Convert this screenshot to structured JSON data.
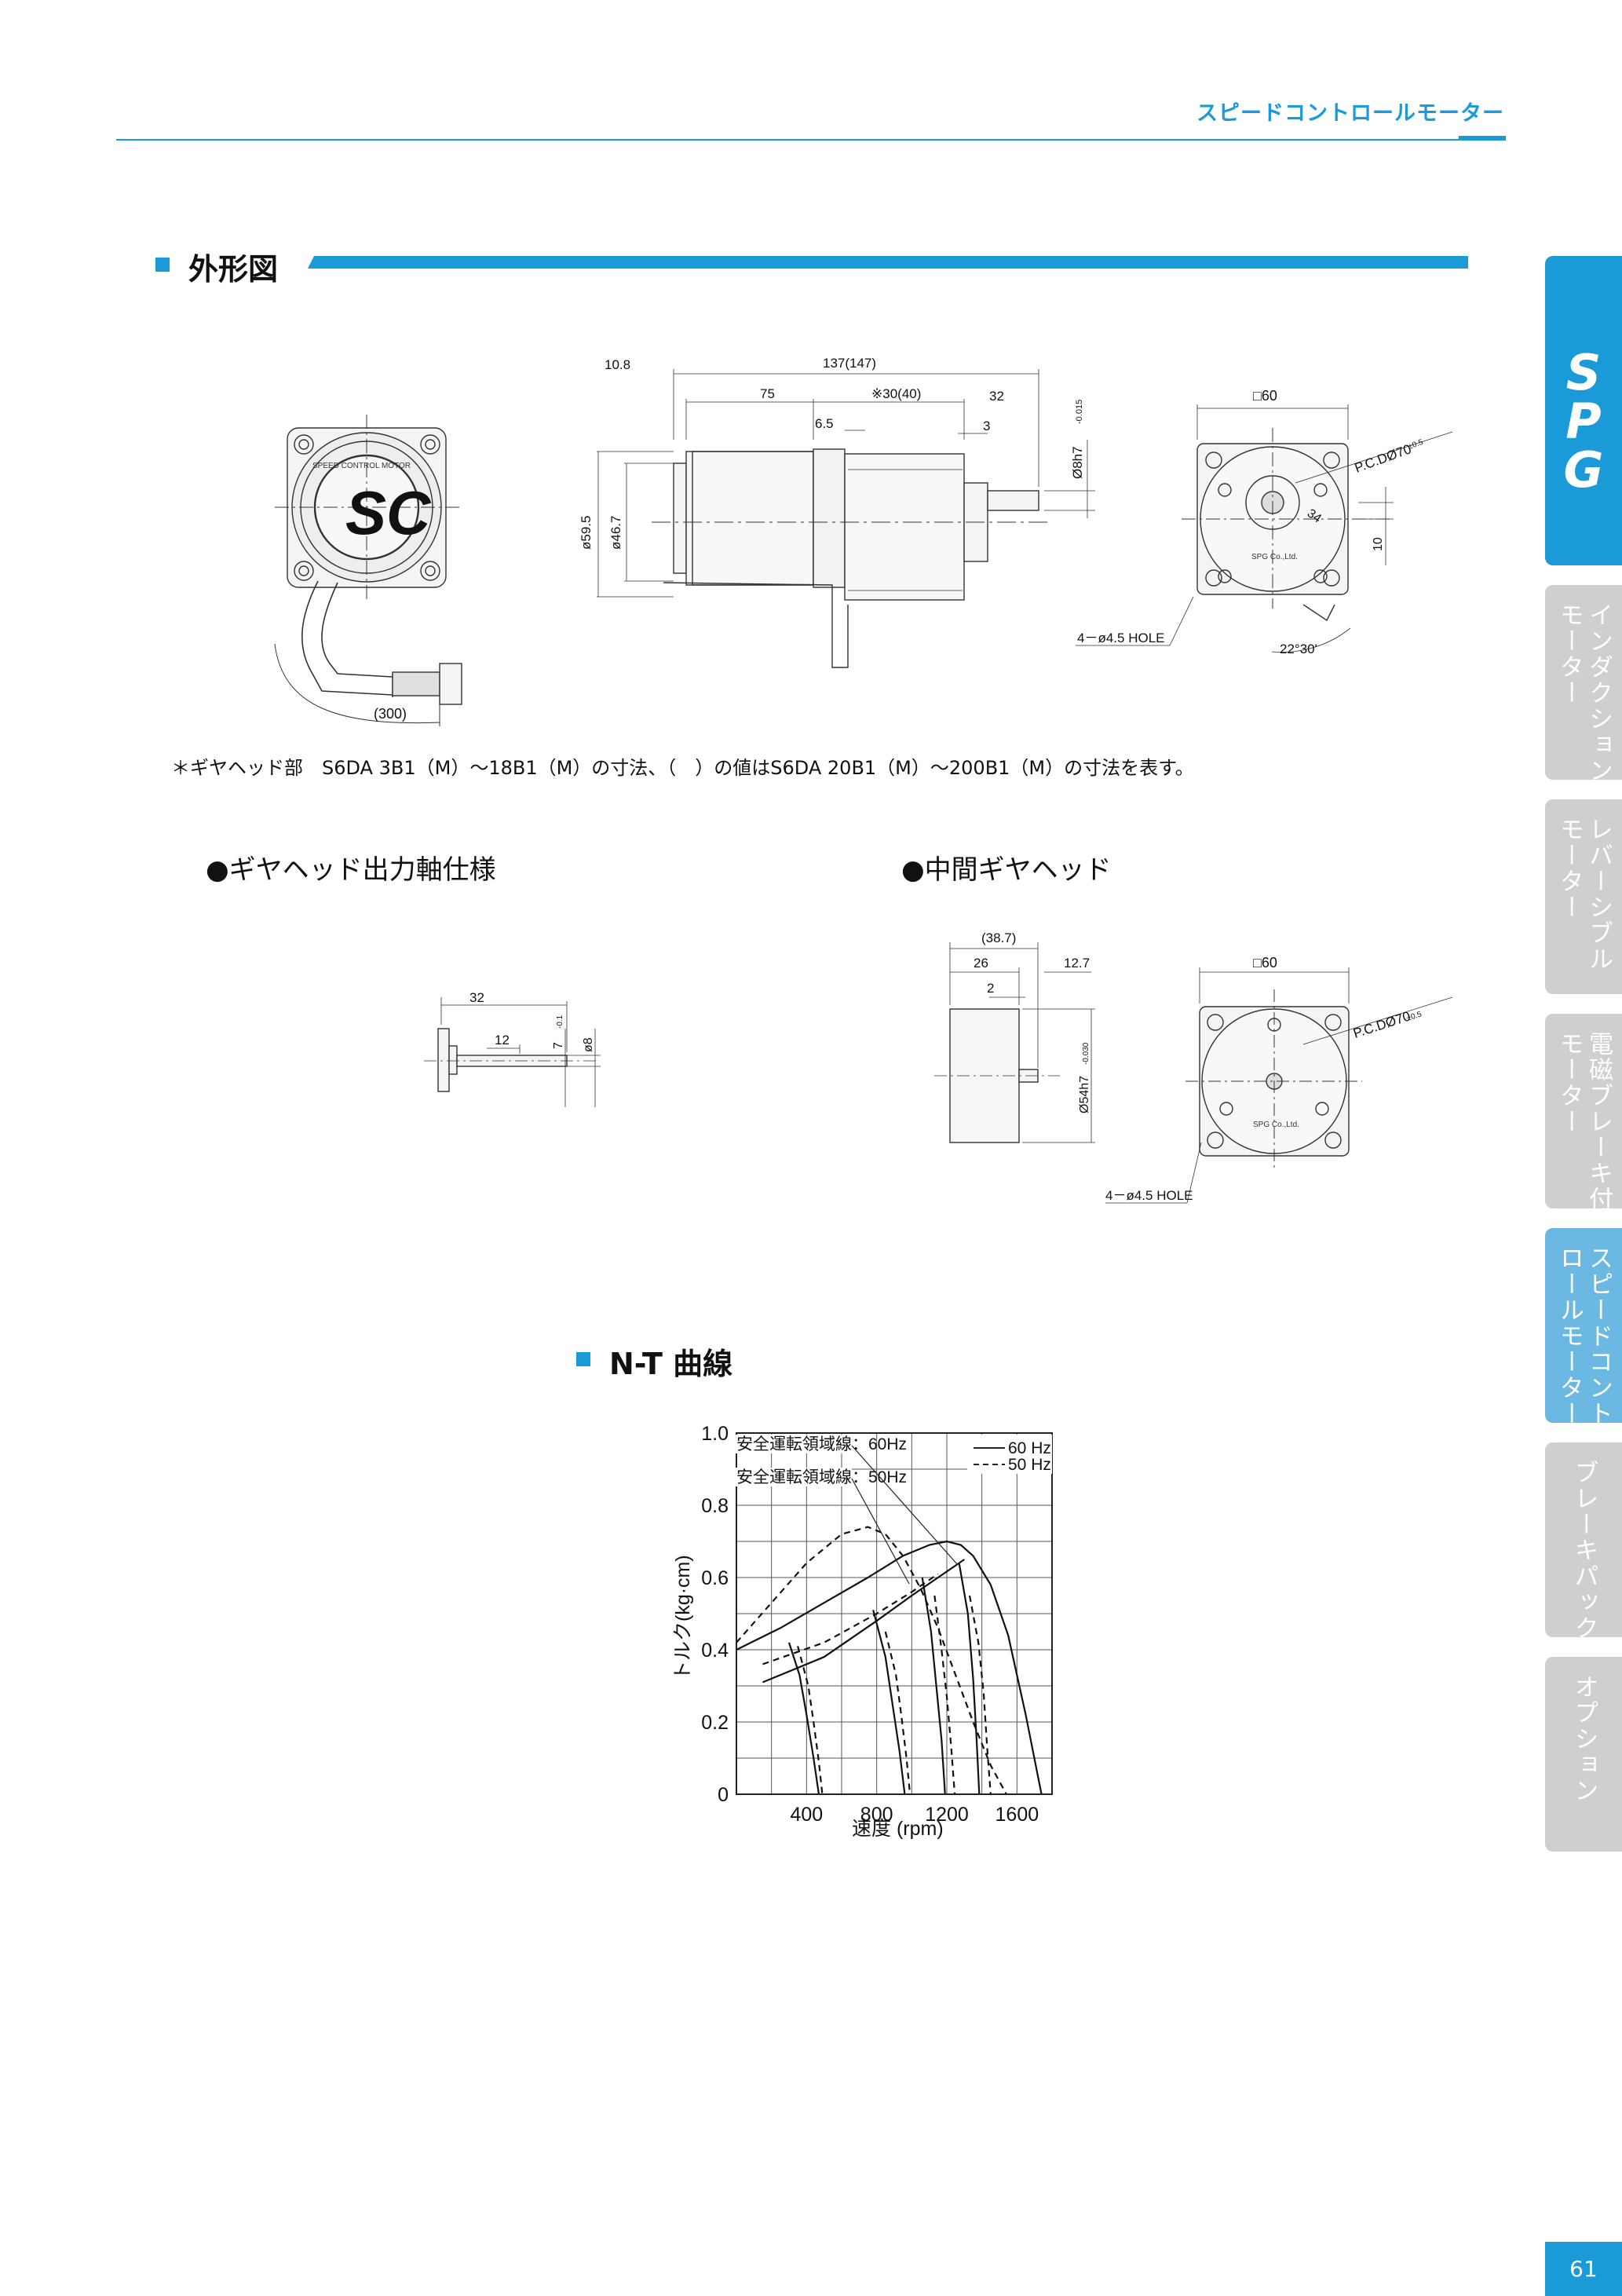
{
  "header": {
    "title": "スピードコントロールモーター"
  },
  "section_outline": {
    "title": "外形図"
  },
  "drawing_main": {
    "front_logo": "SC",
    "front_ring_text": "SPEED CONTROL MOTOR",
    "cable_label": "(300)",
    "dim_10_8": "10.8",
    "dim_137": "137(147)",
    "dim_75": "75",
    "dim_30": "※30(40)",
    "dim_32": "32",
    "dim_6_5": "6.5",
    "dim_3": "3",
    "dim_shaft": "Ø8h7",
    "dim_shaft_tol": "-0.015",
    "dim_59_5": "ø59.5",
    "dim_46_7": "ø46.7",
    "flange_square": "□60",
    "pcd": "P.C.DØ70",
    "pcd_tol": "±0.5",
    "dim_34": "34",
    "dim_10": "10",
    "hole_label": "4－ø4.5 HOLE",
    "angle": "22°30'",
    "brand_small": "SPG Co.,Ltd."
  },
  "note": "＊ギヤヘッド部　S6DA 3B1（M）～18B1（M）の寸法、（　）の値はS6DA 20B1（M）～200B1（M）の寸法を表す。",
  "shaft_spec": {
    "title": "●ギヤヘッド出力軸仕様",
    "dim_32": "32",
    "dim_12": "12",
    "dim_7": "7",
    "dim_7_tol": "-0.1",
    "dim_8": "ø8"
  },
  "intermediate": {
    "title": "●中間ギヤヘッド",
    "dim_38_7": "(38.7)",
    "dim_26": "26",
    "dim_12_7": "12.7",
    "dim_2": "2",
    "dim_54": "Ø54h7",
    "dim_54_tol": "-0.030",
    "flange_square": "□60",
    "pcd": "P.C.DØ70",
    "pcd_tol": "±0.5",
    "hole_label": "4－ø4.5 HOLE",
    "brand_small": "SPG Co.,Ltd."
  },
  "section_nt": {
    "title": "N-T 曲線"
  },
  "chart_data": {
    "type": "line",
    "xlabel": "速度 (rpm)",
    "ylabel": "トルク(kg·cm)",
    "xlim": [
      0,
      1800
    ],
    "ylim": [
      0,
      1.0
    ],
    "x_ticks": [
      "400",
      "800",
      "1200",
      "1600"
    ],
    "y_ticks": [
      "0",
      "0.2",
      "0.4",
      "0.6",
      "0.8",
      "1.0"
    ],
    "grid": true,
    "legend": [
      {
        "label": "60 Hz",
        "style": "solid"
      },
      {
        "label": "50 Hz",
        "style": "dashed"
      }
    ],
    "annotations": [
      "安全運転領域線：60Hz",
      "安全運転領域線：50Hz"
    ],
    "series": [
      {
        "name": "60 Hz",
        "style": "solid",
        "curves": [
          {
            "x": [
              0,
              250,
              500,
              750,
              950,
              1100,
              1200,
              1280,
              1350,
              1450,
              1550,
              1650,
              1740
            ],
            "y": [
              0.4,
              0.46,
              0.53,
              0.6,
              0.66,
              0.69,
              0.7,
              0.69,
              0.66,
              0.58,
              0.44,
              0.22,
              0
            ]
          },
          {
            "x": [
              300,
              360,
              400,
              440,
              470
            ],
            "y": [
              0.42,
              0.33,
              0.22,
              0.1,
              0
            ]
          },
          {
            "x": [
              780,
              850,
              890,
              930,
              960
            ],
            "y": [
              0.51,
              0.38,
              0.25,
              0.12,
              0
            ]
          },
          {
            "x": [
              1060,
              1110,
              1140,
              1170,
              1190
            ],
            "y": [
              0.6,
              0.45,
              0.3,
              0.15,
              0
            ]
          },
          {
            "x": [
              1270,
              1320,
              1350,
              1370,
              1385
            ],
            "y": [
              0.64,
              0.5,
              0.32,
              0.15,
              0
            ]
          },
          {
            "x": [
              150,
              500,
              800,
              1000,
              1150,
              1300
            ],
            "y": [
              0.31,
              0.38,
              0.48,
              0.55,
              0.6,
              0.65
            ]
          }
        ]
      },
      {
        "name": "50 Hz",
        "style": "dashed",
        "curves": [
          {
            "x": [
              0,
              200,
              400,
              600,
              750,
              850,
              950,
              1050,
              1150,
              1250,
              1350,
              1450,
              1540
            ],
            "y": [
              0.42,
              0.53,
              0.64,
              0.72,
              0.74,
              0.72,
              0.66,
              0.57,
              0.46,
              0.33,
              0.2,
              0.08,
              0
            ]
          },
          {
            "x": [
              350,
              410,
              440,
              470,
              490
            ],
            "y": [
              0.41,
              0.3,
              0.2,
              0.09,
              0
            ]
          },
          {
            "x": [
              850,
              910,
              940,
              970,
              990
            ],
            "y": [
              0.45,
              0.33,
              0.22,
              0.1,
              0
            ]
          },
          {
            "x": [
              1130,
              1170,
              1200,
              1225,
              1245
            ],
            "y": [
              0.55,
              0.4,
              0.27,
              0.13,
              0
            ]
          },
          {
            "x": [
              1330,
              1380,
              1410,
              1430,
              1450
            ],
            "y": [
              0.55,
              0.42,
              0.28,
              0.13,
              0
            ]
          },
          {
            "x": [
              150,
              500,
              800,
              1000,
              1150
            ],
            "y": [
              0.36,
              0.42,
              0.5,
              0.56,
              0.61
            ]
          }
        ]
      }
    ]
  },
  "sidebar": {
    "brand": "SPG",
    "tabs": [
      {
        "label_lines": [
          "インダクション",
          "モーター"
        ]
      },
      {
        "label_lines": [
          "レバーシブル",
          "モーター"
        ]
      },
      {
        "label_lines": [
          "電磁ブレーキ付",
          "モーター"
        ]
      },
      {
        "label_lines": [
          "スピードコント",
          "ロールモーター"
        ]
      },
      {
        "label_lines": [
          "ブレーキパック"
        ]
      },
      {
        "label_lines": [
          "オプション"
        ]
      }
    ]
  },
  "page_number": "61",
  "colors": {
    "accent": "#1a9ad7",
    "tab_inactive": "#cfcfcf"
  }
}
